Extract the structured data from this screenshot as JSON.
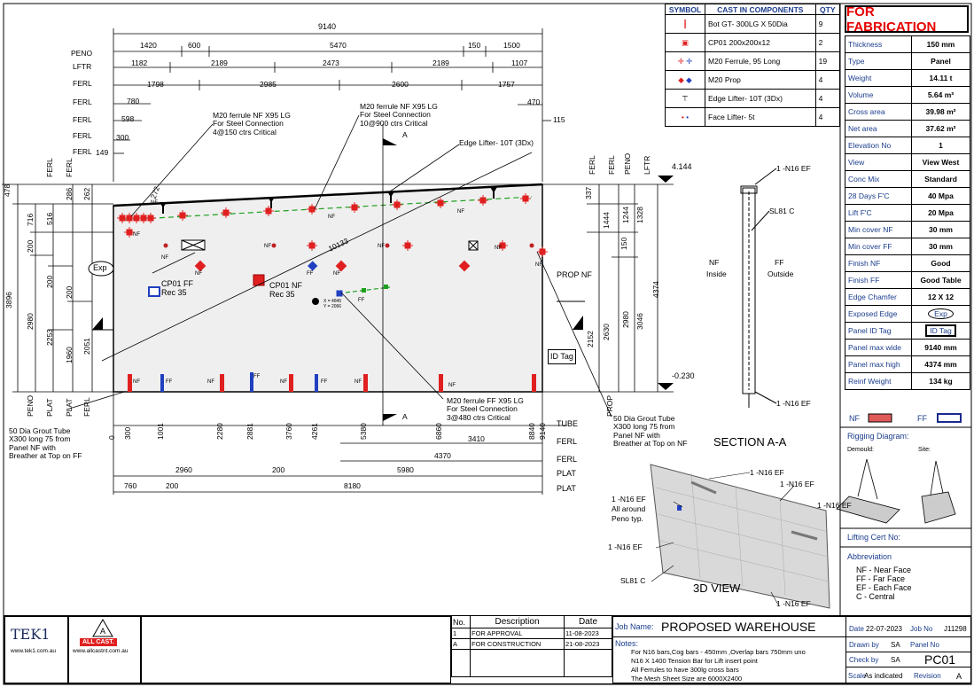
{
  "overall_width": "9140",
  "peno_row": [
    "1420",
    "600",
    "5470",
    "150",
    "1500"
  ],
  "lftr_row": [
    "1182",
    "2189",
    "2473",
    "2189",
    "1107"
  ],
  "ferl_row1": [
    "1798",
    "2985",
    "2600",
    "1757"
  ],
  "left_stack": [
    "780",
    "598",
    "300",
    "149"
  ],
  "left_stack_labels": [
    "PENO",
    "LFTR",
    "FERL",
    "FERL",
    "FERL",
    "FERL",
    "FERL"
  ],
  "top_right": [
    "470",
    "115"
  ],
  "callouts": {
    "ferrule_nf_1": [
      "M20 ferrule NF  X95 LG",
      "For Steel Connection",
      "4@150 ctrs Critical"
    ],
    "ferrule_nf_2": [
      "M20 ferrule NF  X95 LG",
      "For Steel Connection",
      "10@900 ctrs Critical"
    ],
    "edge_lifter": "Edge Lifter- 10T (3Dx)",
    "section_mark": "A",
    "cp01_ff": [
      "CP01 FF",
      "Rec 35"
    ],
    "cp01_nf": [
      "CP01 NF",
      "Rec 35"
    ],
    "exp": "Exp",
    "id_tag": "ID Tag",
    "prop_nf": "PROP NF",
    "diag": "10133",
    "xy": [
      "X = 4845",
      "Y = 2066"
    ],
    "ferrule_ff": [
      "M20 ferrule FF  X95 LG",
      "For Steel Connection",
      "3@480 ctrs Critical"
    ],
    "grout_left": [
      "50 Dia Grout Tube",
      "X300 long 75 from",
      "Panel NF with",
      "Breather at Top on  FF"
    ],
    "grout_right": [
      "50 Dia Grout Tube",
      "X300 long 75 from",
      "Panel NF with",
      "Breather at Top on  NF"
    ],
    "dim_272": "272",
    "lvl_top": "4.144",
    "lvl_bot": "-0.230"
  },
  "left_dims": [
    "478",
    "286",
    "262",
    "716",
    "516",
    "200",
    "3896",
    "200",
    "200",
    "2980",
    "2253",
    "1960",
    "2051"
  ],
  "left_vert_labels": [
    "FERL",
    "FERL",
    "PENO",
    "PLAT",
    "PLAT",
    "FERL"
  ],
  "right_vert_labels": [
    "FERL",
    "FERL",
    "PENO",
    "LFTR",
    "PROP"
  ],
  "right_dims": [
    "337",
    "1444",
    "1244",
    "1328",
    "150",
    "4374",
    "2152",
    "2630",
    "2980",
    "3046"
  ],
  "bottom_labels": [
    "TUBE",
    "FERL",
    "FERL",
    "PLAT",
    "PLAT"
  ],
  "bottom_x": [
    "0",
    "300",
    "1001",
    "2280",
    "2881",
    "3760",
    "4261",
    "5380",
    "6860",
    "8840",
    "9140"
  ],
  "bottom_rows": {
    "r2": [
      "3410"
    ],
    "r3": [
      "4370"
    ],
    "r4": [
      "2960",
      "200",
      "5980"
    ],
    "r5": [
      "760",
      "200",
      "8180"
    ]
  },
  "section": {
    "title": "SECTION A-A",
    "labels": [
      "1 -N16 EF",
      "SL81 C",
      "NF",
      "Inside",
      "FF",
      "Outside",
      "1 -N16 EF"
    ]
  },
  "view3d": {
    "title": "3D VIEW",
    "labels": [
      "1 -N16 EF",
      "1 -N16 EF",
      "1 -N16 EF",
      "All around",
      "Peno typ.",
      "1 -N16 EF",
      "1 -N16 EF",
      "SL81 C",
      "1 -N16 EF"
    ]
  },
  "symbols": {
    "headers": [
      "SYMBOL",
      "CAST IN COMPONENTS",
      "QTY"
    ],
    "rows": [
      {
        "name": "Bot GT- 300LG X 50Dia",
        "qty": "9"
      },
      {
        "name": "CP01 200x200x12",
        "qty": "2"
      },
      {
        "name": "M20 Ferrule,  95 Long",
        "qty": "19"
      },
      {
        "name": "M20 Prop",
        "qty": "4"
      },
      {
        "name": "Edge Lifter- 10T (3Dx)",
        "qty": "4"
      },
      {
        "name": "Face Lifter- 5t",
        "qty": "4"
      }
    ]
  },
  "status": "FOR FABRICATION",
  "props": [
    [
      "Thickness",
      "150 mm"
    ],
    [
      "Type",
      "Panel"
    ],
    [
      "Weight",
      "14.11 t"
    ],
    [
      "Volume",
      "5.64 m³"
    ],
    [
      "Cross area",
      "39.98 m²"
    ],
    [
      "Net area",
      "37.62 m²"
    ],
    [
      "Elevation No",
      "1"
    ],
    [
      "View",
      "View West"
    ],
    [
      "Conc  Mix",
      "Standard"
    ],
    [
      "28 Days F'C",
      "40 Mpa"
    ],
    [
      "Lift F'C",
      "20 Mpa"
    ],
    [
      "Min cover  NF",
      "30 mm"
    ],
    [
      "Min cover  FF",
      "30 mm"
    ],
    [
      "Finish NF",
      "Good"
    ],
    [
      "Finish FF",
      "Good Table"
    ],
    [
      "Edge Chamfer",
      "12 X 12"
    ],
    [
      "Exposed Edge",
      "Exp"
    ],
    [
      "Panel ID Tag",
      "ID Tag"
    ],
    [
      "Panel max wide",
      "9140 mm"
    ],
    [
      "Panel max high",
      "4374 mm"
    ],
    [
      "Reinf Weight",
      "134 kg"
    ]
  ],
  "legend": {
    "nf": "NF",
    "ff": "FF",
    "nf_color": "#e05a5a",
    "ff_color": "#1a2a8c"
  },
  "rigging": {
    "title": "Rigging Diagram:",
    "demould": "Demould:",
    "site": "Site:"
  },
  "lifting_cert": "Lifting  Cert No:",
  "abbrev": {
    "title": "Abbreviation",
    "items": [
      "NF - Near Face",
      "FF - Far Face",
      "EF - Each Face",
      "C   - Central"
    ]
  },
  "titleblock": {
    "tek1": "TEK1",
    "tek1_url": "www.tek1.com.au",
    "allcast": "ALL CAST.",
    "allcast_url": "www.allcastnt.com.au",
    "rev_headers": [
      "No.",
      "Description",
      "Date"
    ],
    "revs": [
      [
        "1",
        "FOR APPROVAL",
        "11-08-2023"
      ],
      [
        "A",
        "FOR CONSTRUCTION",
        "21-08-2023"
      ]
    ],
    "job_label": "Job Name:",
    "job": "PROPOSED WAREHOUSE",
    "notes_label": "Notes:",
    "notes": [
      "For N16 bars,Cog bars - 450mm ,Overlap bars 750mm uno",
      "N16 X 1400 Tension Bar for Lift insert point",
      "All Ferrules to have 300lg cross bars",
      "The Mesh Sheet Size are 6000X2400"
    ],
    "date_label": "Date",
    "date": "22-07-2023",
    "jobno_label": "Job No",
    "jobno": "J11298",
    "drawn_label": "Drawn by",
    "drawn": "SA",
    "panel_label": "Panel No",
    "panel": "PC01",
    "check_label": "Check by",
    "check": "SA",
    "scale_label": "Scale",
    "scale": "As indicated",
    "rev_label": "Revision",
    "rev": "A"
  }
}
